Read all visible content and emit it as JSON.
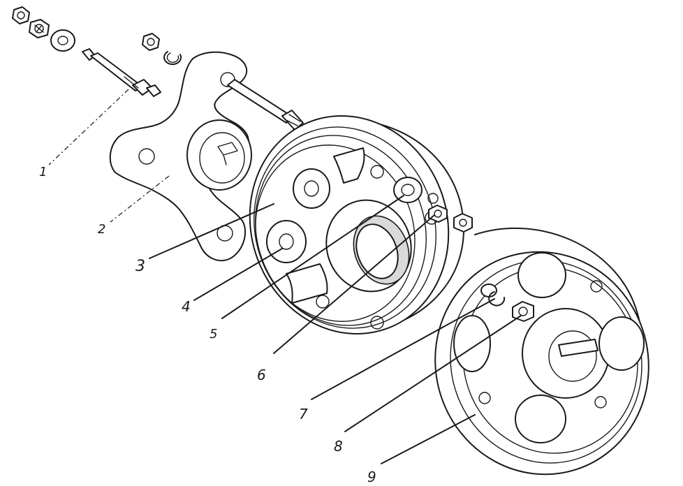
{
  "callouts": [
    {
      "id": "1",
      "text": "1"
    },
    {
      "id": "2",
      "text": "2"
    },
    {
      "id": "3",
      "text": "3"
    },
    {
      "id": "4",
      "text": "4"
    },
    {
      "id": "5",
      "text": "5"
    },
    {
      "id": "6",
      "text": "6"
    },
    {
      "id": "7",
      "text": "7"
    },
    {
      "id": "8",
      "text": "8"
    },
    {
      "id": "9",
      "text": "9"
    }
  ],
  "parts": {
    "part1": "shaft-pin",
    "part2": "lobed-flange",
    "part3": "disc-hub",
    "part4": "bushing",
    "part5": "washer",
    "part6": "nut",
    "part7": "spring-washer",
    "part8": "nut",
    "part9": "pulley"
  },
  "colors": {
    "line": "#1a1a1a",
    "background": "#ffffff"
  }
}
